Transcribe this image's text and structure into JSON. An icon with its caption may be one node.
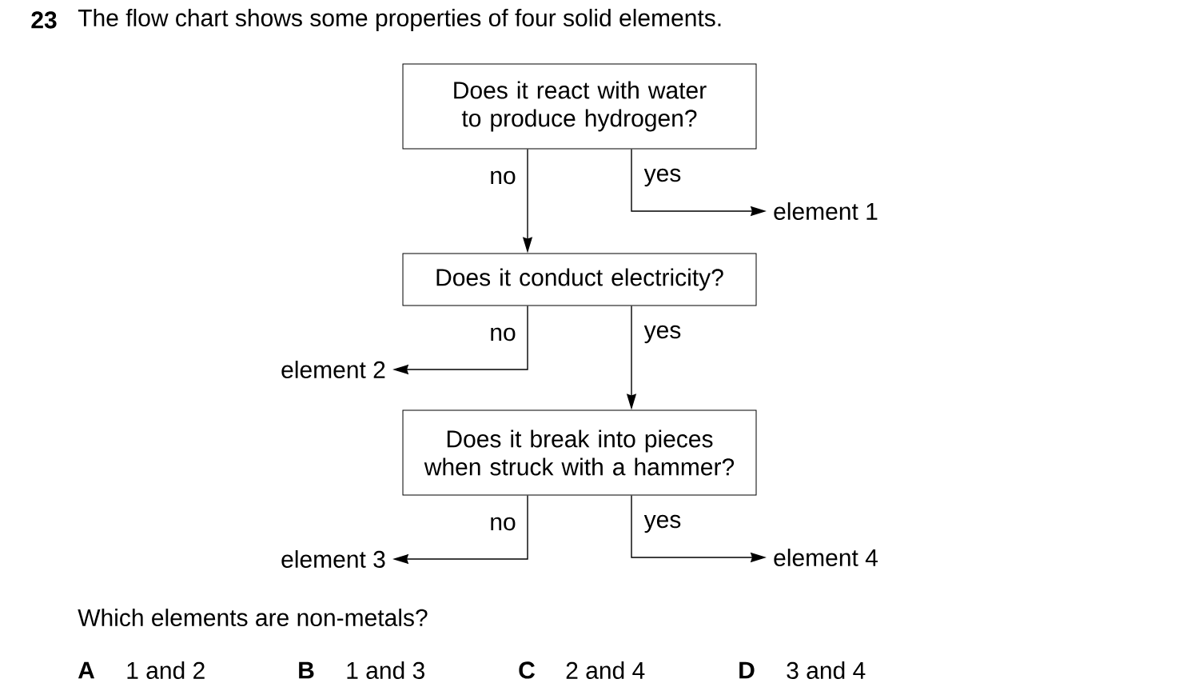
{
  "diagram": {
    "title": "The flow chart shows some properties of four solid elements.",
    "nodes": [
      {
        "text": [
          "Does it react with water to produce hydrogen?"
        ]
      },
      {
        "text": [
          "Does it conduct electricity?"
        ]
      },
      {
        "text": [
          "Does it break into pieces when struck with a hammer?"
        ]
      },
      {
        "text": [
          "element 1"
        ]
      },
      {
        "text": [
          "element 2"
        ]
      },
      {
        "text": [
          "element 3"
        ]
      },
      {
        "text": [
          "element 4"
        ]
      }
    ],
    "edges": [
      {
        "from": 0,
        "to": 1,
        "arrow": "to",
        "label": "no"
      },
      {
        "from": 0,
        "to": 3,
        "arrow": "to",
        "label": "yes"
      },
      {
        "from": 1,
        "to": 4,
        "arrow": "to",
        "label": "no"
      },
      {
        "from": 1,
        "to": 2,
        "arrow": "to",
        "label": "yes"
      },
      {
        "from": 2,
        "to": 5,
        "arrow": "to",
        "label": "no"
      },
      {
        "from": 2,
        "to": 6,
        "arrow": "to",
        "label": "yes"
      }
    ],
    "labels": [
      "23",
      "Which elements are non-metals?",
      "A",
      "1 and 2",
      "B",
      "1 and 3",
      "C",
      "2 and 4",
      "D",
      "3 and 4"
    ]
  }
}
